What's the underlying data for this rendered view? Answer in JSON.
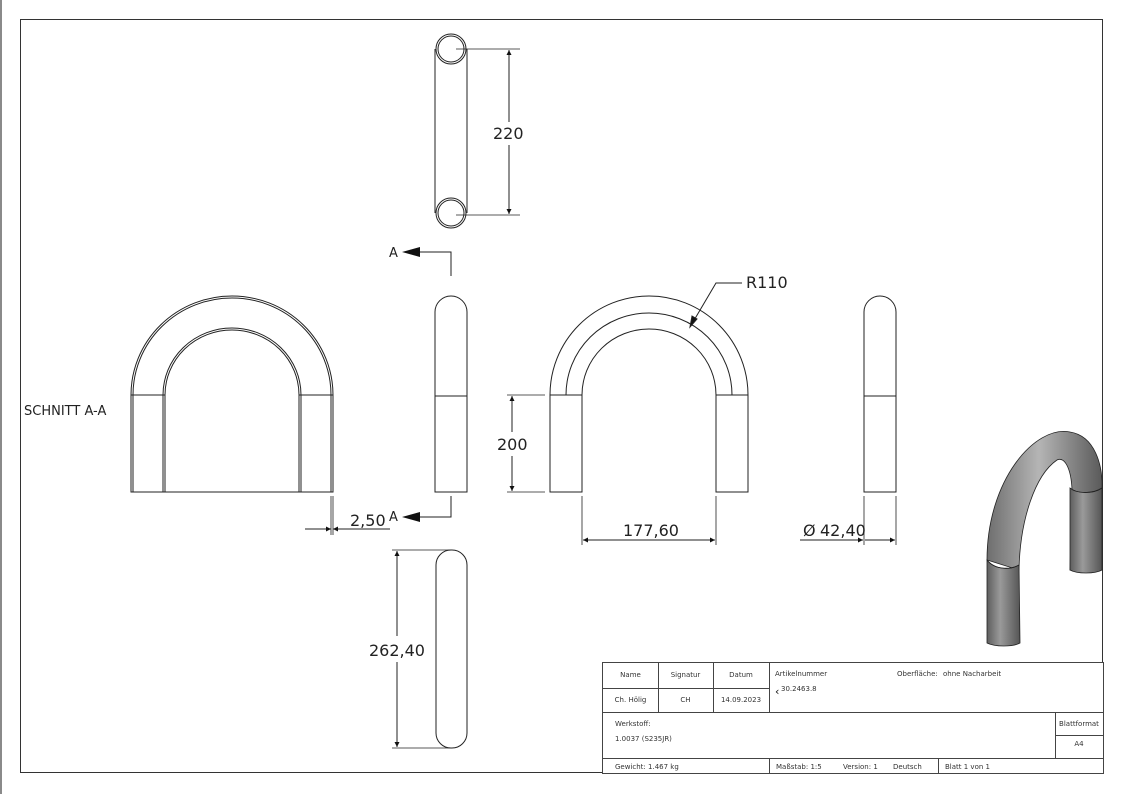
{
  "drawing": {
    "section_label": "SCHNITT A-A",
    "section_marker": "A",
    "dimensions": {
      "top_view_length": "220",
      "radius": "R110",
      "leg_height": "200",
      "inner_width": "177,60",
      "diameter_symbol": "Ø",
      "diameter": "42,40",
      "wall_thickness": "2,50",
      "bottom_view_length": "262,40"
    }
  },
  "title_block": {
    "header": {
      "name_label": "Name",
      "signature_label": "Signatur",
      "date_label": "Datum",
      "article_label": "Artikelnummer",
      "surface_label": "Oberfläche:",
      "surface_value": "ohne Nacharbeit"
    },
    "row": {
      "name": "Ch. Hölig",
      "signature": "CH",
      "date": "14.09.2023",
      "article_prefix": "‹",
      "article_number": "30.2463.8"
    },
    "material_label": "Werkstoff:",
    "material_value": "1.0037 (S235JR)",
    "sheet_format_label": "Blattformat",
    "sheet_format_value": "A4",
    "weight": "Gewicht: 1.467 kg",
    "scale": "Maßstab: 1:5",
    "version": "Version: 1",
    "language": "Deutsch",
    "sheet": "Blatt 1 von 1"
  }
}
